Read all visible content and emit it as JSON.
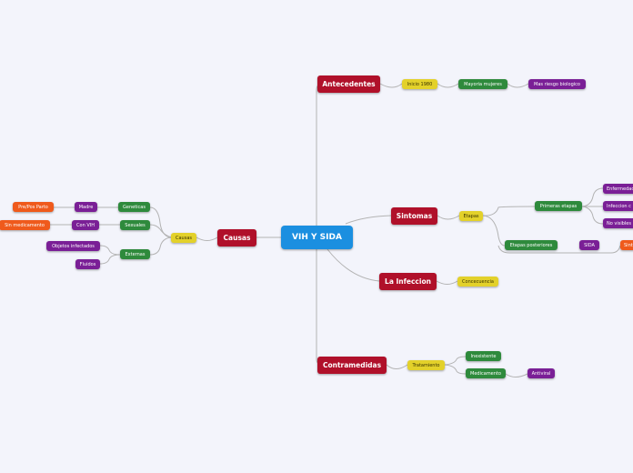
{
  "root": "VIH Y SIDA",
  "antecedentes": {
    "label": "Antecedentes",
    "children": [
      "Inicio 1980",
      "Mayoria mujeres",
      "Mas riesgo biologico"
    ]
  },
  "sintomas": {
    "label": "Sintomas",
    "etapas": "Etapas",
    "primeras": "Primeras etapas",
    "primeras_children": [
      "Enfermedad",
      "Infeccion c",
      "No visibles"
    ],
    "posteriores": "Etapas posteriores",
    "sida": "SIDA",
    "sida_child": "Sint"
  },
  "infeccion": {
    "label": "La Infeccion",
    "child": "Concecuencia"
  },
  "contramedidas": {
    "label": "Contramedidas",
    "tratamiento": "Tratamiento",
    "inexistente": "Inexistente",
    "medicamento": "Medicamento",
    "antiviral": "Antiviral"
  },
  "causas": {
    "label": "Causas",
    "sub": "Causas",
    "geneticas": "Geneticas",
    "madre": "Madre",
    "prepos": "Pre/Pos Parto",
    "sexuales": "Sexuales",
    "convih": "Con VIH",
    "sinmed": "Sin medicamento",
    "externas": "Externas",
    "objetos": "Objetos infectados",
    "fluidos": "Fluidos"
  },
  "colors": {
    "root": "#1b8fe0",
    "main": "#b0102a",
    "yellow": "#e3d12a",
    "green": "#2e8a3c",
    "purple": "#7a1f96",
    "orange": "#ef5a1c",
    "connector": "#b3b3b3"
  }
}
